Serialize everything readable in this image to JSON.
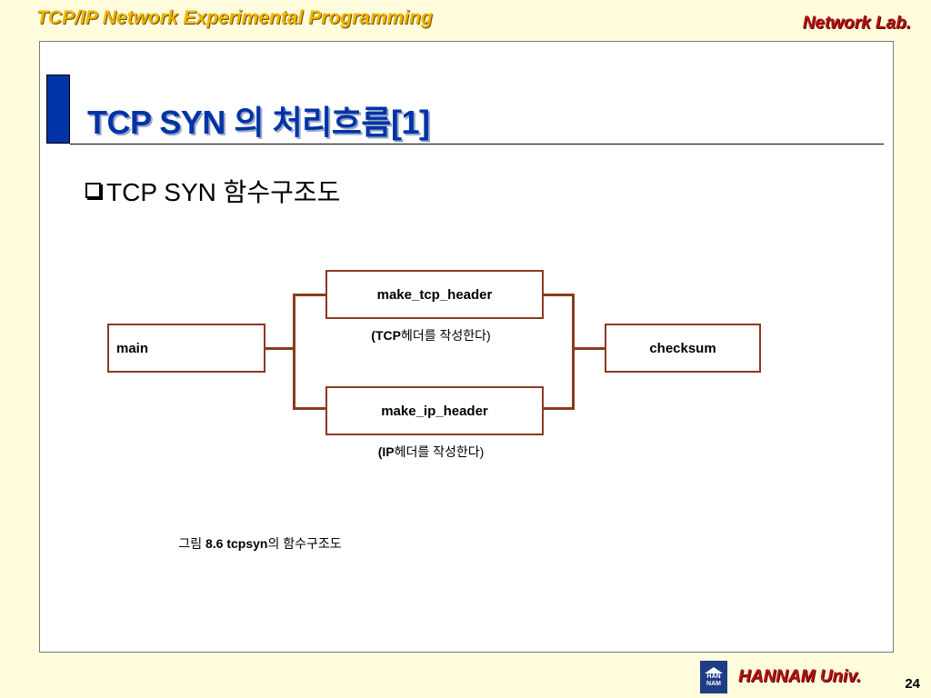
{
  "header": {
    "course_title": "TCP/IP Network Experimental Programming",
    "lab_name": "Network Lab."
  },
  "slide": {
    "title": "TCP SYN 의 처리흐름[1]",
    "bullet": "TCP SYN 함수구조도"
  },
  "diagram": {
    "nodes": {
      "main": "main",
      "make_tcp_header": "make_tcp_header",
      "make_ip_header": "make_ip_header",
      "checksum": "checksum"
    },
    "notes": {
      "tcp_prefix": "(TCP",
      "tcp_suffix": "헤더를 작성한다)",
      "ip_prefix": "(IP",
      "ip_suffix": "헤더를 작성한다)"
    },
    "caption": {
      "prefix": "그림 ",
      "bold": "8.6 tcpsyn",
      "suffix": "의 함수구조도"
    },
    "line_color": "#8B3A1E"
  },
  "footer": {
    "logo_text_line1": "HAN",
    "logo_text_line2": "NAM",
    "university": "HANNAM Univ.",
    "page_number": "24"
  },
  "colors": {
    "header_gold": "#F0B400",
    "accent_red": "#B31212",
    "title_blue": "#0033A6",
    "background": "#FFFBDD"
  }
}
